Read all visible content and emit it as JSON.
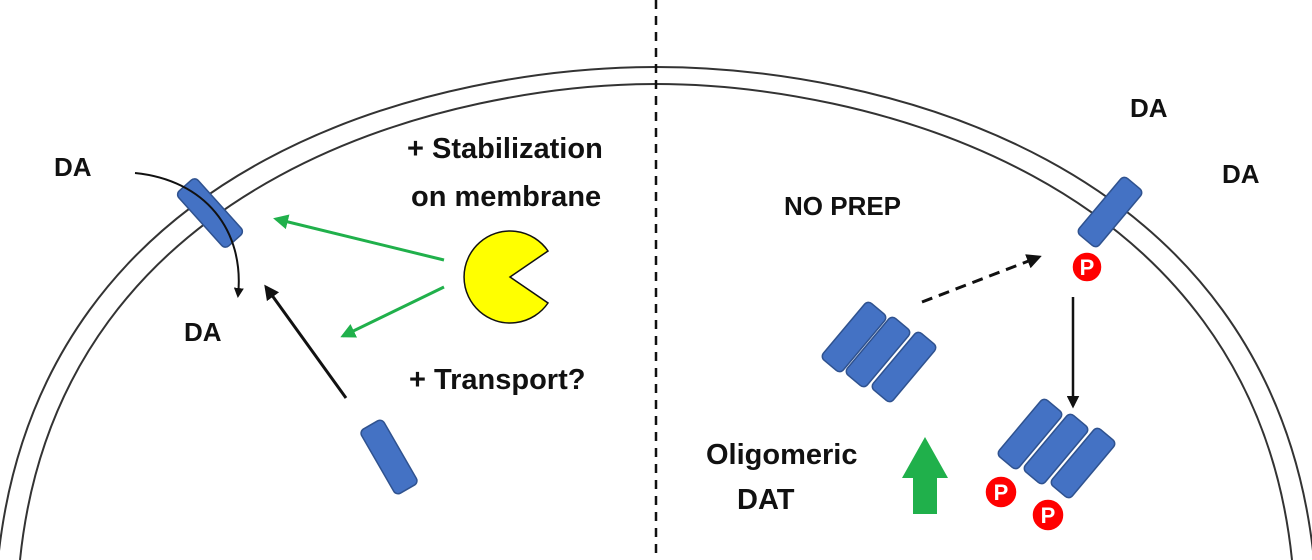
{
  "colors": {
    "transporter": "#4472c4",
    "transporter_stroke": "#2f528f",
    "green_arrow": "#20b04b",
    "prep": "#ffff00",
    "phospho": "#ff0000",
    "membrane": "#333333"
  },
  "left": {
    "da_outside": "DA",
    "da_inside": "DA",
    "stabilization_line1": "+ Stabilization",
    "stabilization_line2": "on membrane",
    "transport": "+ Transport?"
  },
  "right": {
    "no_prep": "NO PREP",
    "da_top": "DA",
    "da_right": "DA",
    "oligomeric_line1": "Oligomeric",
    "oligomeric_line2": "DAT",
    "phospho_label": "P"
  }
}
